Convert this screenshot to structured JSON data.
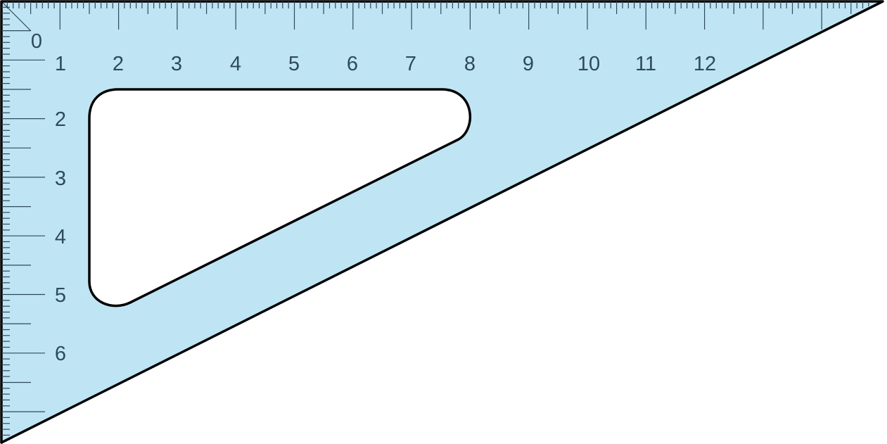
{
  "ruler": {
    "top_labels": [
      "0",
      "1",
      "2",
      "3",
      "4",
      "5",
      "6",
      "7",
      "8",
      "9",
      "10",
      "11",
      "12"
    ],
    "left_labels": [
      "2",
      "3",
      "4",
      "5",
      "6"
    ],
    "unit_subdivisions": 10
  },
  "colors": {
    "body_fill": "#bfe5f4",
    "outline": "#000000",
    "markings": "#2e4a5c",
    "cutout_fill": "#ffffff"
  }
}
